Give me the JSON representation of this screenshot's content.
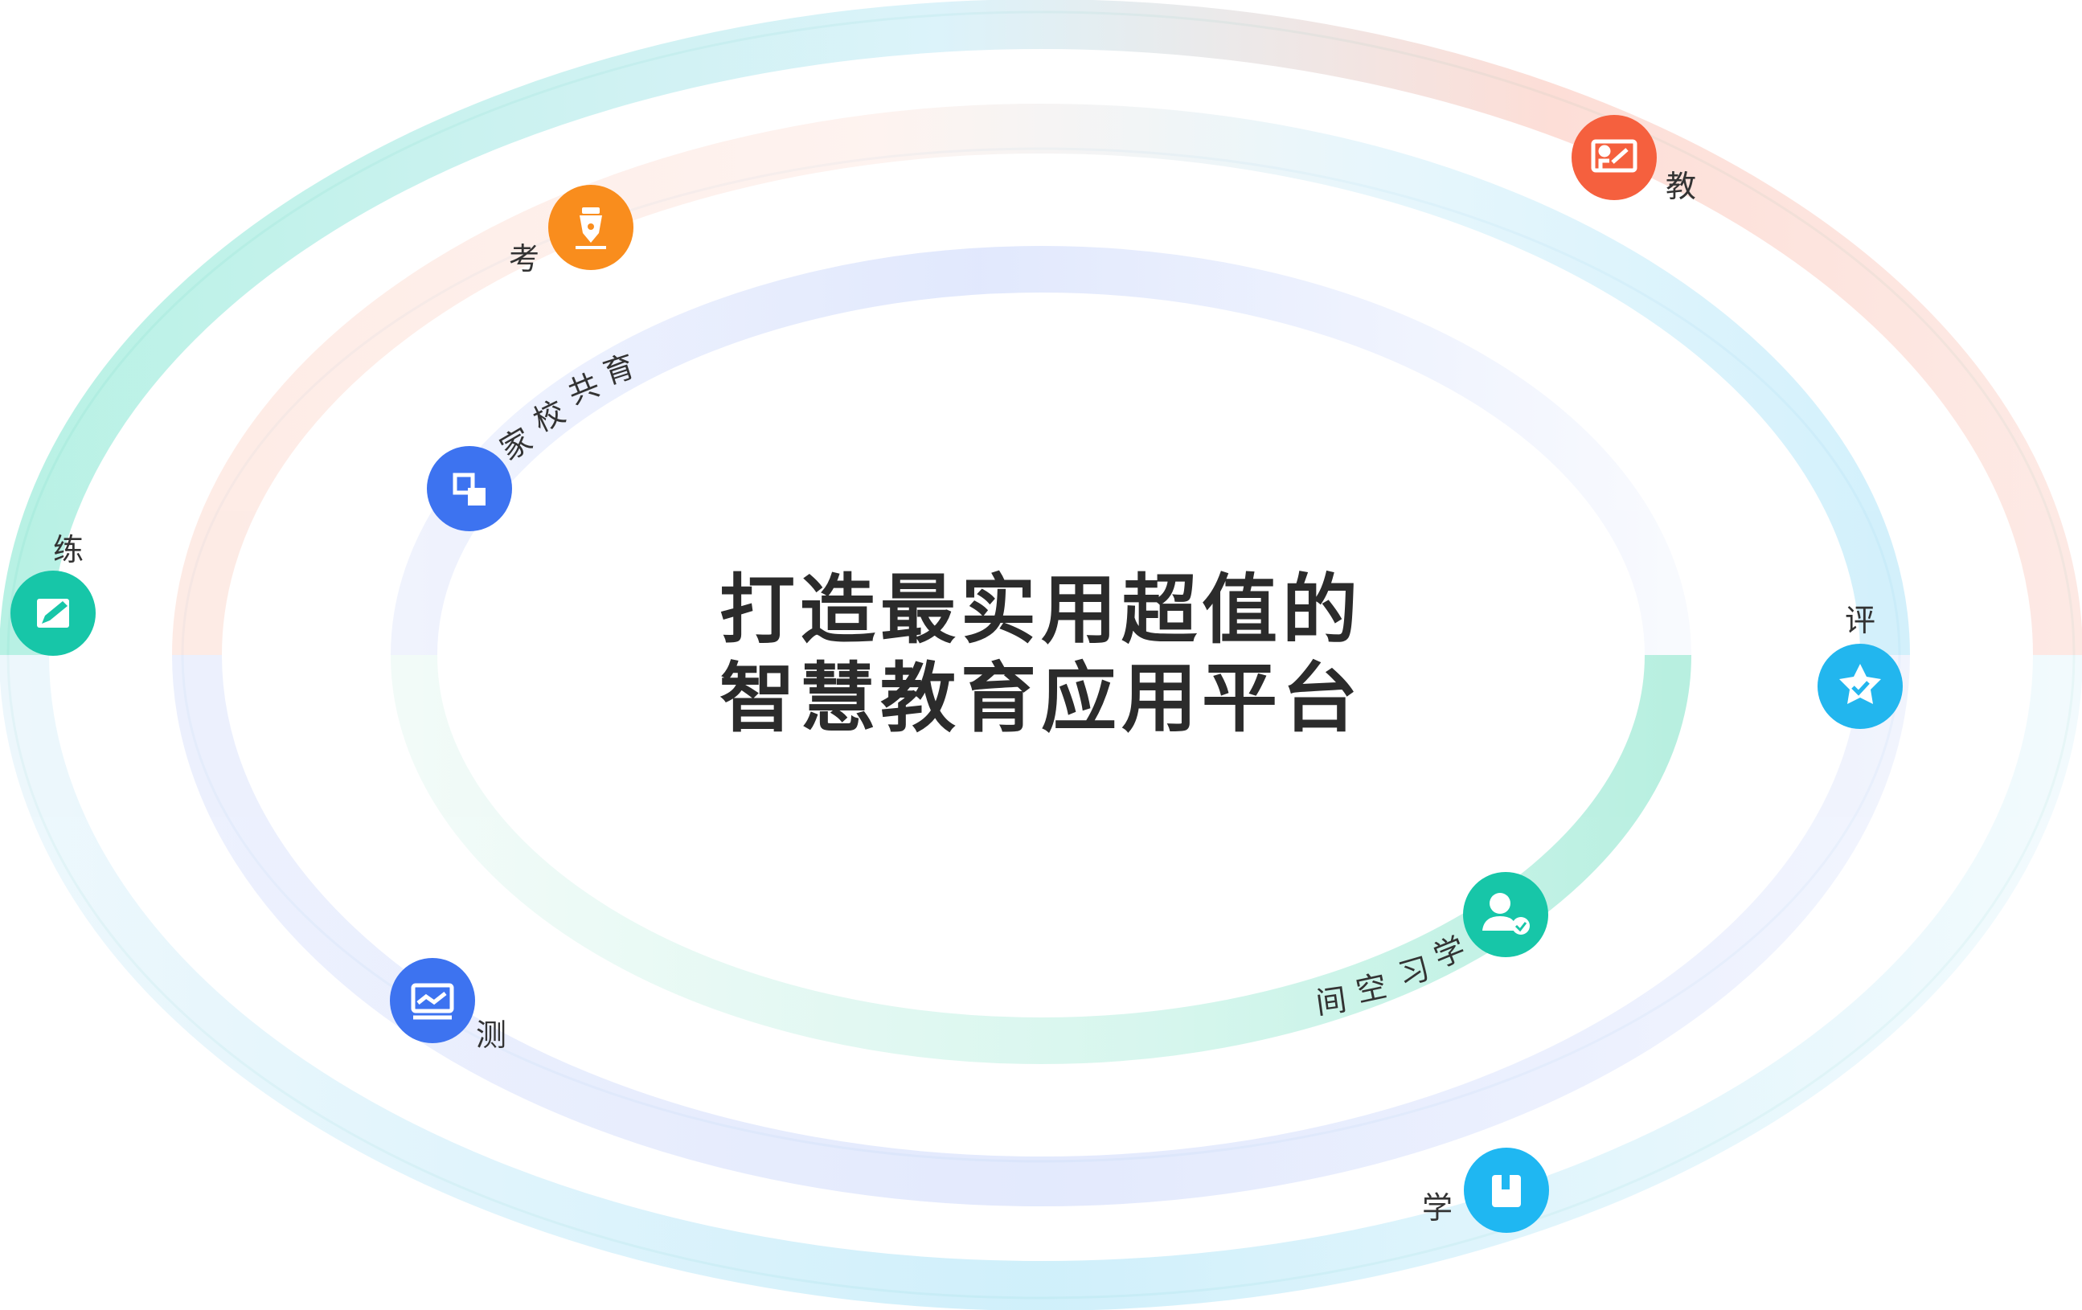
{
  "headline": {
    "line1": "打造最实用超值的",
    "line2": "智慧教育应用平台"
  },
  "nodes": {
    "jiao": {
      "label": "教",
      "color": "#f5603e",
      "icon": "presentation-board-icon"
    },
    "ping": {
      "label": "评",
      "color": "#22b6ee",
      "icon": "star-badge-icon"
    },
    "xue": {
      "label": "学",
      "color": "#1fb7f2",
      "icon": "book-icon"
    },
    "ce": {
      "label": "测",
      "color": "#3d73f0",
      "icon": "monitor-chart-icon"
    },
    "lian": {
      "label": "练",
      "color": "#17c6a8",
      "icon": "edit-pencil-icon"
    },
    "kao": {
      "label": "考",
      "color": "#f98d1d",
      "icon": "pen-nib-icon"
    },
    "jiaxiao": {
      "chars": [
        "家",
        "校",
        "共",
        "育"
      ],
      "color": "#3d73f0",
      "icon": "overlap-squares-icon"
    },
    "xuexi": {
      "chars": [
        "学",
        "习",
        "空",
        "间"
      ],
      "color": "#17c6a8",
      "icon": "user-check-icon"
    }
  }
}
